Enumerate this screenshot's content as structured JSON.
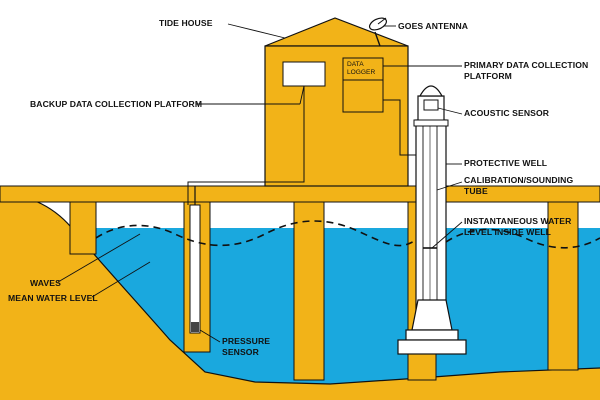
{
  "labels": {
    "tide_house": "TIDE HOUSE",
    "goes_antenna": "GOES ANTENNA",
    "primary_dcp_line1": "PRIMARY DATA COLLECTION",
    "primary_dcp_line2": "PLATFORM",
    "data_logger_line1": "DATA",
    "data_logger_line2": "LOGGER",
    "backup_dcp": "BACKUP DATA COLLECTION PLATFORM",
    "acoustic_sensor": "ACOUSTIC SENSOR",
    "protective_well": "PROTECTIVE WELL",
    "calibration_line1": "CALIBRATION/SOUNDING",
    "calibration_line2": "TUBE",
    "instant_level_line1": "INSTANTANEOUS WATER",
    "instant_level_line2": "LEVEL INSIDE WELL",
    "waves": "WAVES",
    "mean_water_level": "MEAN WATER LEVEL",
    "pressure_line1": "PRESSURE",
    "pressure_line2": "SENSOR"
  },
  "colors": {
    "structure": "#f2b318",
    "water": "#1aa8de",
    "sky": "#ffffff",
    "ink": "#111111",
    "well": "#ffffff"
  }
}
